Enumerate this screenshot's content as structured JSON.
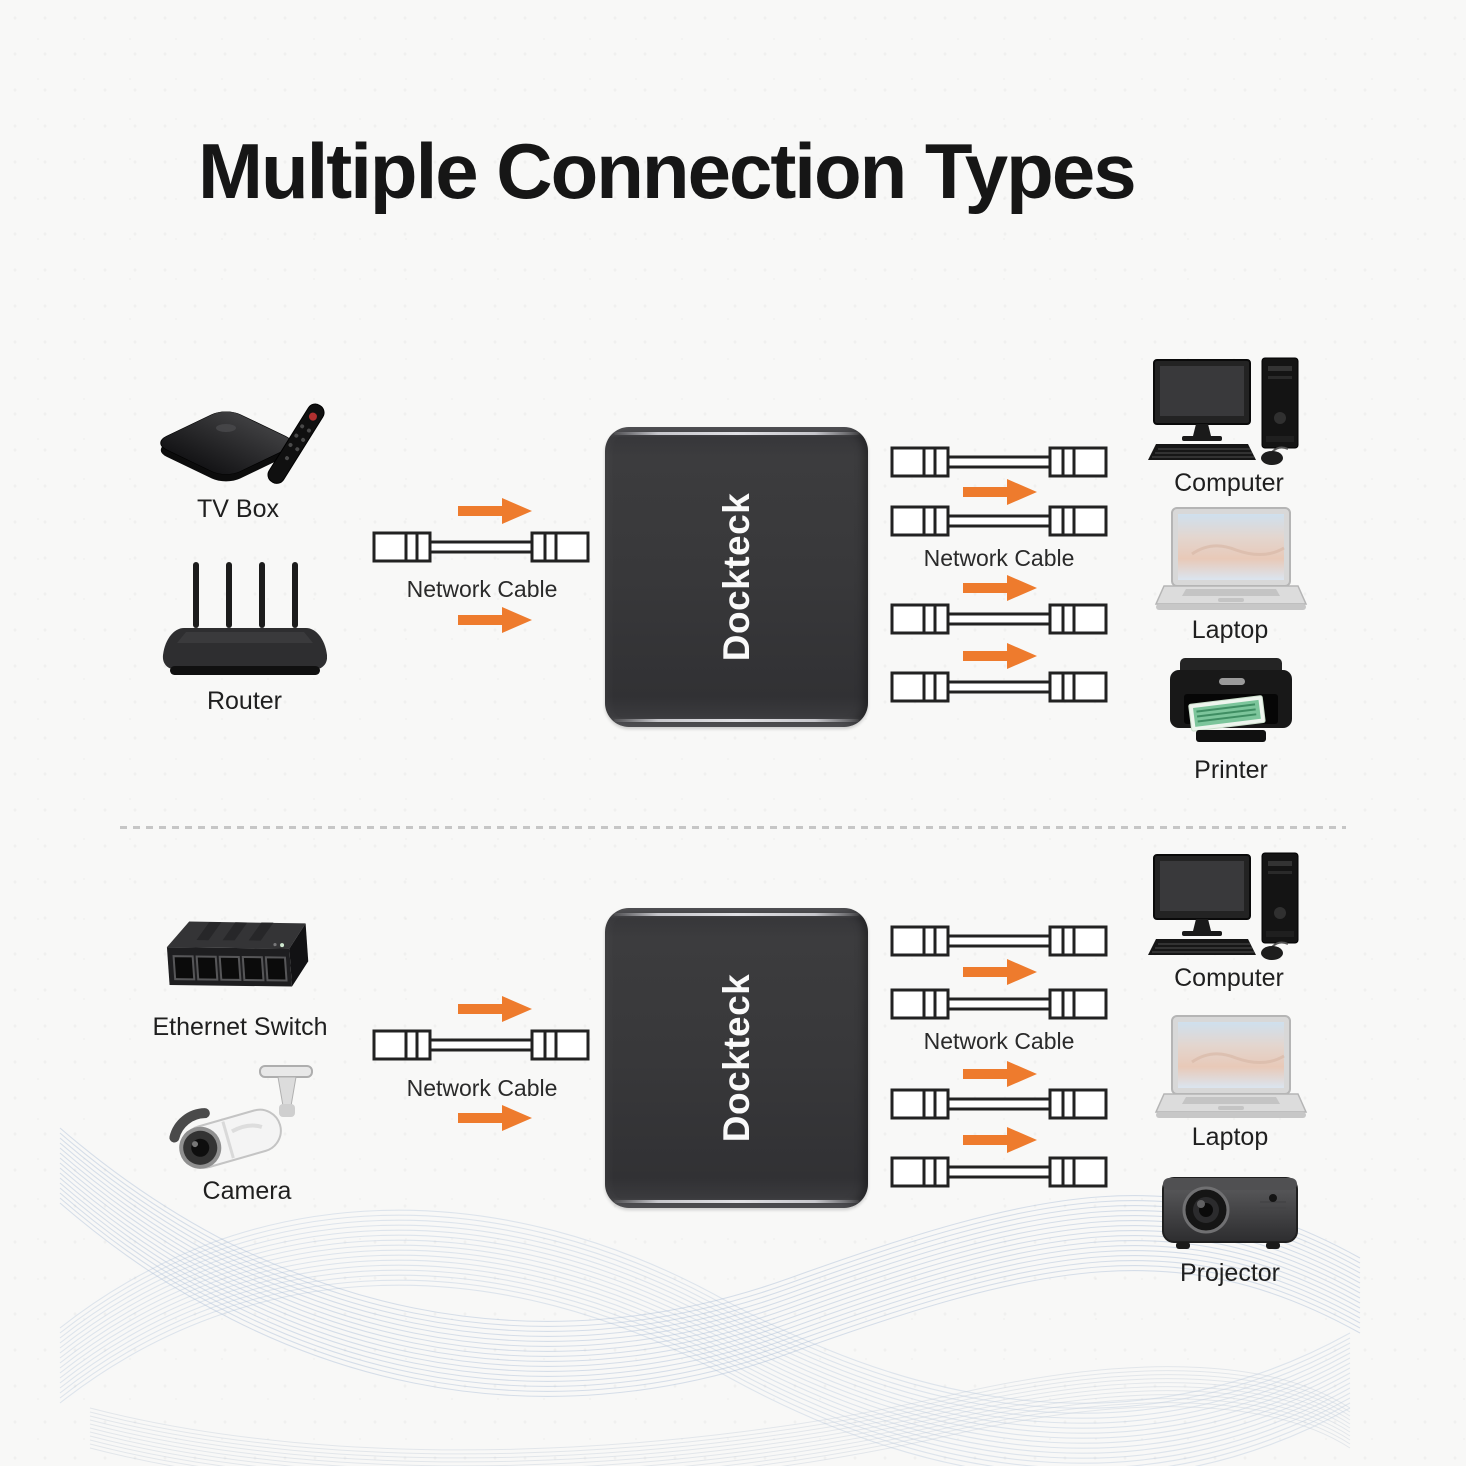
{
  "page": {
    "title": "Multiple Connection Types"
  },
  "device": {
    "brand": "Dockteck"
  },
  "colors": {
    "accent": "#EE7B2D",
    "device_body": "#3A3A3C",
    "wave": "#A9BCD6",
    "title_text": "#161616"
  },
  "sections": [
    {
      "name": "top",
      "sources": [
        {
          "icon": "tv-box-icon",
          "label": "TV Box"
        },
        {
          "icon": "router-icon",
          "label": "Router"
        }
      ],
      "input_cable": {
        "icon": "network-cable-icon",
        "label": "Network Cable"
      },
      "output_cable": {
        "icon": "network-cable-icon",
        "label": "Network Cable"
      },
      "targets": [
        {
          "icon": "computer-icon",
          "label": "Computer"
        },
        {
          "icon": "laptop-icon",
          "label": "Laptop"
        },
        {
          "icon": "printer-icon",
          "label": "Printer"
        }
      ]
    },
    {
      "name": "bottom",
      "sources": [
        {
          "icon": "ethernet-switch-icon",
          "label": "Ethernet Switch"
        },
        {
          "icon": "camera-icon",
          "label": "Camera"
        }
      ],
      "input_cable": {
        "icon": "network-cable-icon",
        "label": "Network Cable"
      },
      "output_cable": {
        "icon": "network-cable-icon",
        "label": "Network Cable"
      },
      "targets": [
        {
          "icon": "computer-icon",
          "label": "Computer"
        },
        {
          "icon": "laptop-icon",
          "label": "Laptop"
        },
        {
          "icon": "projector-icon",
          "label": "Projector"
        }
      ]
    }
  ]
}
